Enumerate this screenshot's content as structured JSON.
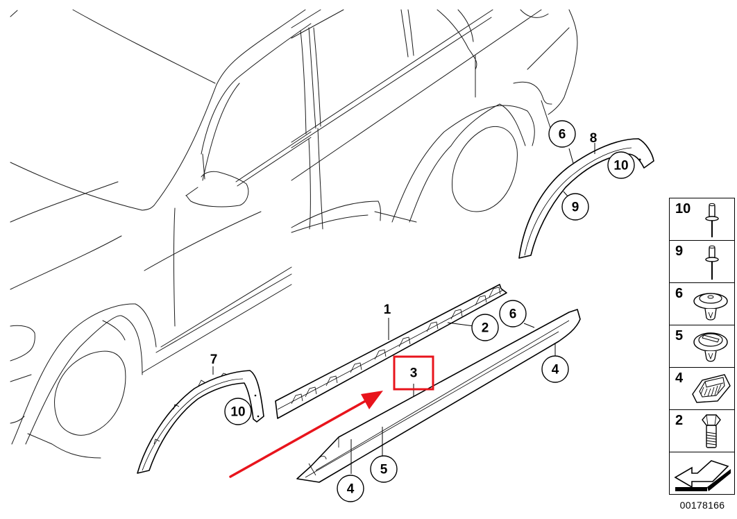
{
  "diagram": {
    "title": "Side skirt / wheel arch trim exploded parts diagram",
    "diagram_number": "00178166",
    "highlight_color": "#e8141c",
    "arrow_color": "#e8141c",
    "callouts": [
      {
        "id": "c1",
        "label": "1",
        "style": "plain"
      },
      {
        "id": "c2",
        "label": "2",
        "style": "circle"
      },
      {
        "id": "c3",
        "label": "3",
        "style": "highlighted-box"
      },
      {
        "id": "c4a",
        "label": "4",
        "style": "circle"
      },
      {
        "id": "c4b",
        "label": "4",
        "style": "circle"
      },
      {
        "id": "c5",
        "label": "5",
        "style": "circle"
      },
      {
        "id": "c6a",
        "label": "6",
        "style": "circle"
      },
      {
        "id": "c6b",
        "label": "6",
        "style": "circle"
      },
      {
        "id": "c7",
        "label": "7",
        "style": "plain"
      },
      {
        "id": "c8",
        "label": "8",
        "style": "plain"
      },
      {
        "id": "c9",
        "label": "9",
        "style": "circle"
      },
      {
        "id": "c10a",
        "label": "10",
        "style": "circle"
      },
      {
        "id": "c10b",
        "label": "10",
        "style": "circle"
      }
    ]
  },
  "legend": {
    "items": [
      {
        "number": "10",
        "icon": "blind-rivet-long-icon"
      },
      {
        "number": "9",
        "icon": "blind-rivet-icon"
      },
      {
        "number": "6",
        "icon": "push-clip-icon"
      },
      {
        "number": "5",
        "icon": "slotted-expansion-clip-icon"
      },
      {
        "number": "4",
        "icon": "mounting-bracket-icon"
      },
      {
        "number": "2",
        "icon": "hex-bolt-icon"
      }
    ],
    "direction_icon": "view-direction-arrow-icon"
  }
}
